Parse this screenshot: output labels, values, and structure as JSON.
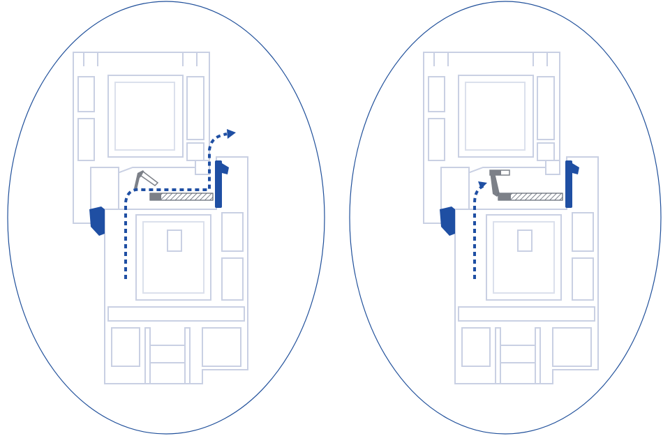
{
  "colors": {
    "background": "#ffffff",
    "circle_outline": "#1f4f9a",
    "profile_line": "#c9d0e3",
    "profile_fill": "#ffffff",
    "accent_blue": "#1f4fa3",
    "gray_flap": "#7c8088",
    "hatch": "#5d6470",
    "arrow": "#1f4fa3"
  },
  "panels": [
    {
      "id": "left",
      "state": "flap-open",
      "airflow": "through-frame-and-out-top-right",
      "icons": [
        "window-profile-icon",
        "seal-icon",
        "ventilation-flap-icon",
        "airflow-arrow-icon"
      ]
    },
    {
      "id": "right",
      "state": "flap-closed",
      "airflow": "stopped-at-flap",
      "icons": [
        "window-profile-icon",
        "seal-icon",
        "ventilation-flap-icon",
        "airflow-arrow-icon"
      ]
    }
  ]
}
